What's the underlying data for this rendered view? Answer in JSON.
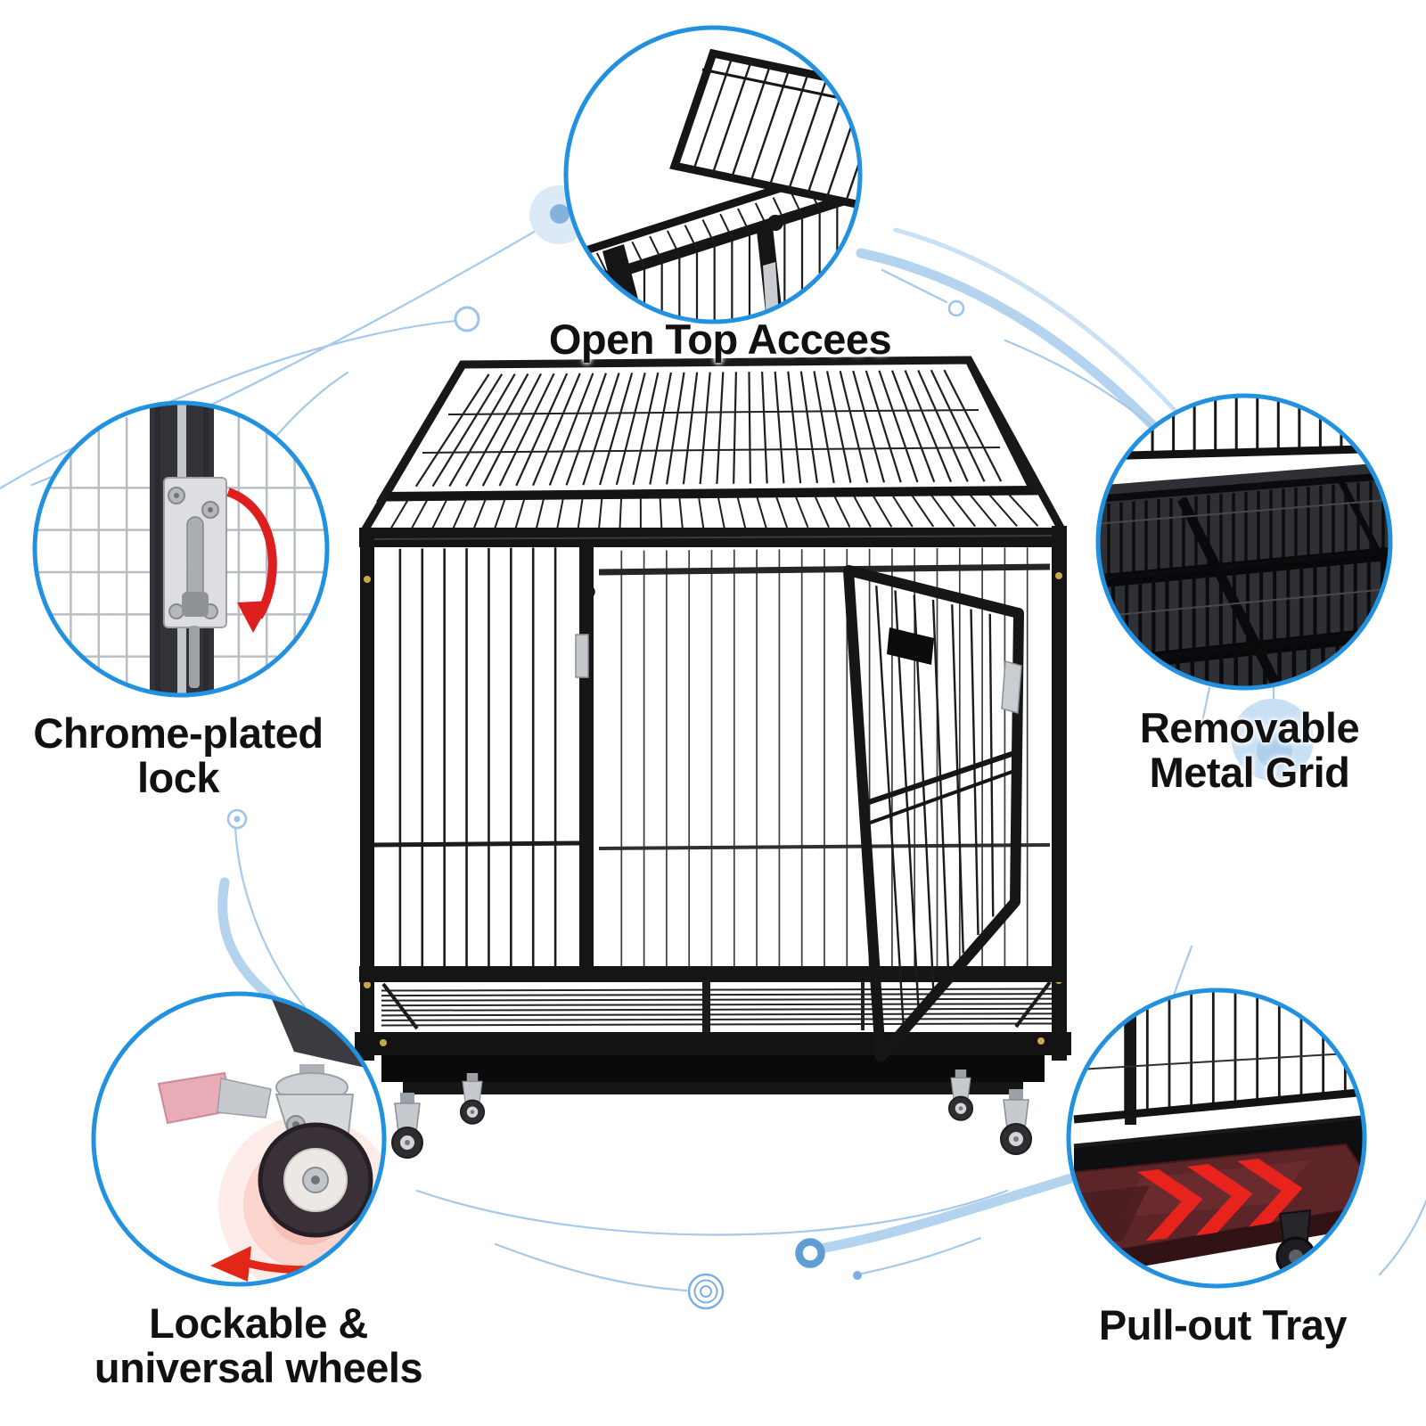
{
  "figure_type": "product-feature-callout-diagram",
  "callouts": {
    "open_top": {
      "label": "Open Top Accees"
    },
    "lock": {
      "lines": [
        "Chrome-plated",
        "lock"
      ]
    },
    "grid": {
      "lines": [
        "Removable",
        "Metal Grid"
      ]
    },
    "wheels": {
      "lines": [
        "Lockable &",
        "universal wheels"
      ]
    },
    "tray": {
      "label": "Pull-out Tray"
    }
  },
  "icons": {
    "lock_arrow": "curved-red-arrow",
    "wheel_arrow": "rotation-red-arrow",
    "tray_arrow": "red-chevron-arrows"
  },
  "colors": {
    "background": "#FFFFFF",
    "callout_circle_border": "#2191E0",
    "arc_thin": "#A5C9EA",
    "arc_thick": "#B4D3EF",
    "dot_blue": "#85B2DD",
    "donut_blue": "#5F9DD6",
    "soft_blob": "#DCE9F7",
    "label_text": "#111111",
    "cage_black": "#161616",
    "tray_maroon": "#5D2527",
    "arrow_red": "#E02718",
    "brake_pink": "#E9ABB6",
    "chrome": "#C9CCD0"
  }
}
